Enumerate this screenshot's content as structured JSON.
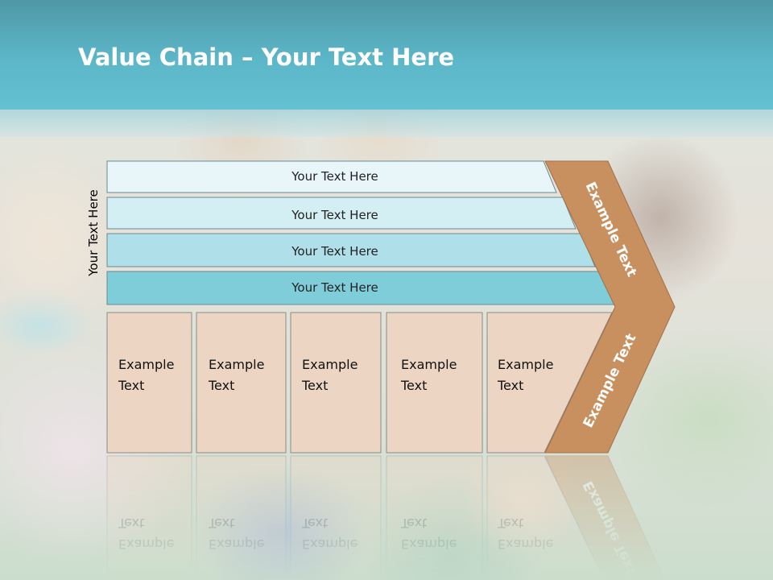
{
  "title": {
    "bold": "Value Chain",
    "rest": " – Your Text Here"
  },
  "side_label": "Your Text Here",
  "rows": [
    {
      "label": "Your Text Here",
      "fill": "#e8f6fa"
    },
    {
      "label": "Your Text Here",
      "fill": "#d4eff4"
    },
    {
      "label": "Your Text Here",
      "fill": "#afe0e9"
    },
    {
      "label": "Your Text Here",
      "fill": "#7fcdd9"
    }
  ],
  "boxes": [
    {
      "line1": "Example",
      "line2": "Text"
    },
    {
      "line1": "Example",
      "line2": "Text"
    },
    {
      "line1": "Example",
      "line2": "Text"
    },
    {
      "line1": "Example",
      "line2": "Text"
    },
    {
      "line1": "Example",
      "line2": "Text"
    }
  ],
  "chevron": {
    "upper_label": "Example Text",
    "lower_label": "Example Text"
  },
  "colors": {
    "header": "#5cb7c8",
    "box_fill": "#ecd6c3",
    "chevron_fill": "#c88f5f"
  }
}
